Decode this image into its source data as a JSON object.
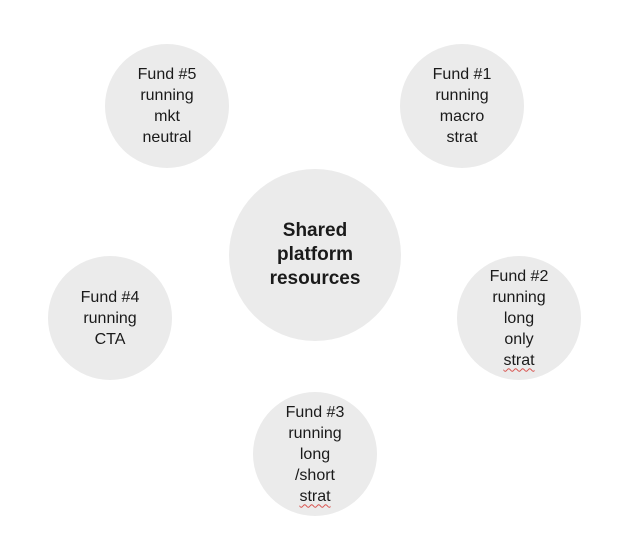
{
  "diagram": {
    "center": {
      "lines": [
        "Shared",
        "platform",
        "resources"
      ]
    },
    "fund5": {
      "lines": [
        "Fund #5",
        "running",
        "mkt",
        "neutral"
      ]
    },
    "fund1": {
      "lines": [
        "Fund #1",
        "running",
        "macro",
        "strat"
      ]
    },
    "fund4": {
      "lines": [
        "Fund #4",
        "running",
        "CTA"
      ]
    },
    "fund2": {
      "lines": [
        "Fund #2",
        "running",
        "long",
        "only",
        "strat"
      ]
    },
    "fund3": {
      "lines": [
        "Fund #3",
        "running",
        "long",
        "/short",
        "strat"
      ]
    }
  },
  "colors": {
    "circle_fill": "#ebebeb",
    "text": "#1a1a1a",
    "spellcheck_underline": "#d9534f"
  }
}
